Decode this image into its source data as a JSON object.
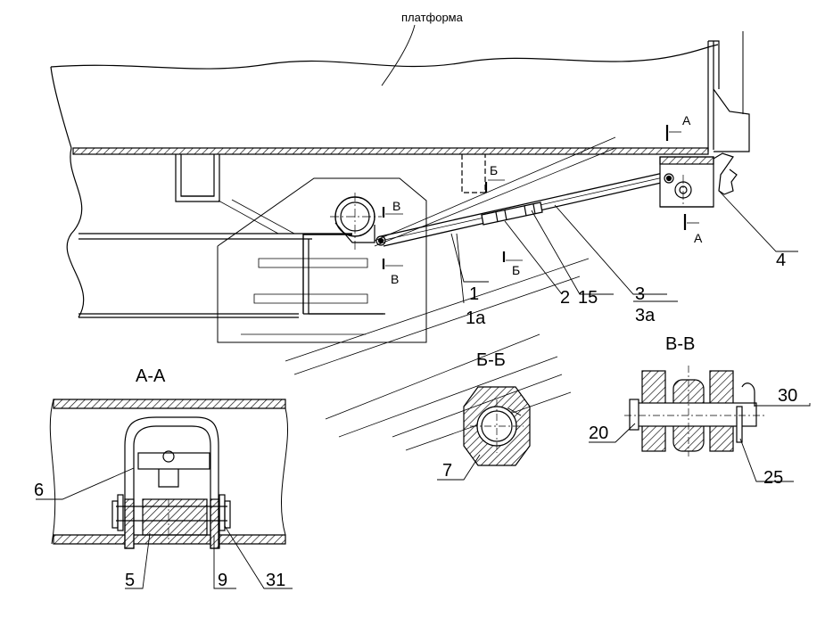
{
  "title_label": "платформа",
  "section_markers": {
    "a": "А",
    "b": "Б",
    "v": "В"
  },
  "section_titles": {
    "a": "А-А",
    "b": "Б-Б",
    "v": "В-В"
  },
  "callouts": {
    "c1": "1",
    "c1a": "1а",
    "c2": "2",
    "c15": "15",
    "c3": "3",
    "c3a": "3а",
    "c4": "4",
    "c5": "5",
    "c6": "6",
    "c7": "7",
    "c9": "9",
    "c20": "20",
    "c25": "25",
    "c30": "30",
    "c31": "31"
  }
}
